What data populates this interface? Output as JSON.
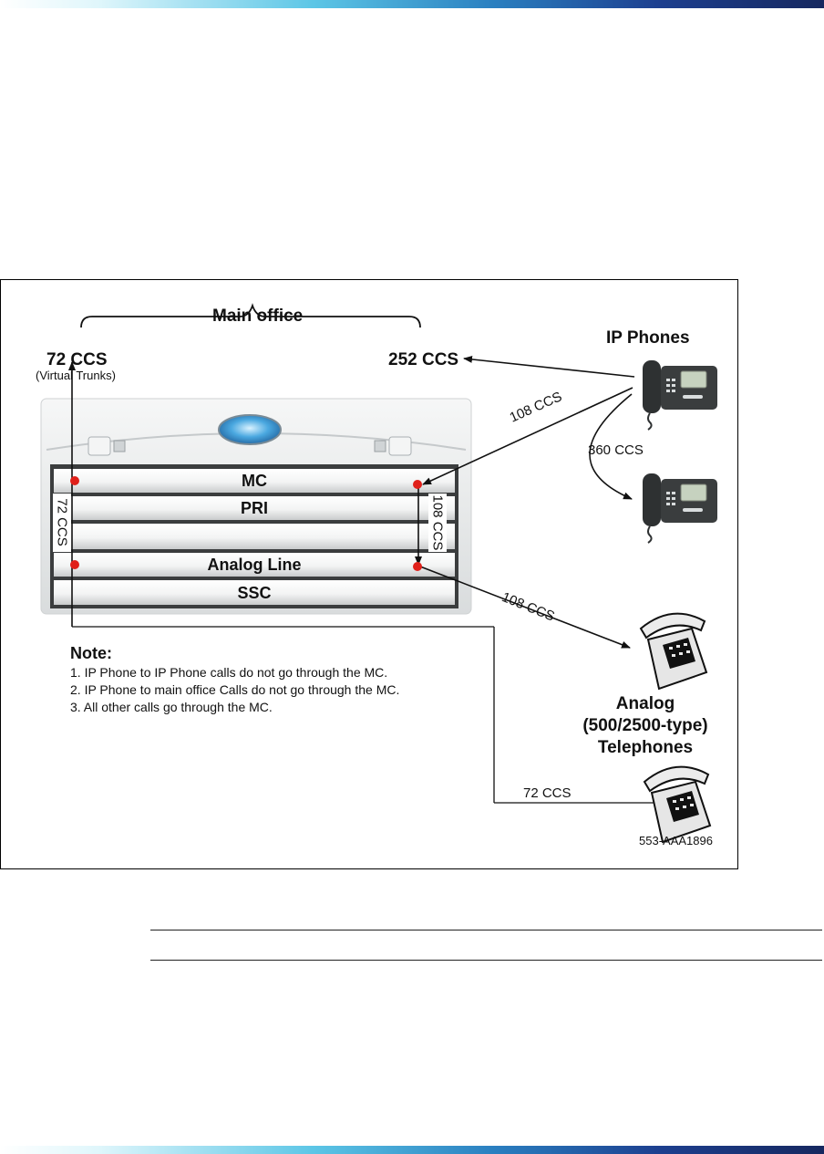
{
  "diagram": {
    "main_office_label": "Main office",
    "left_ccs": "72 CCS",
    "left_ccs_sub": "(Virtual Trunks)",
    "right_ccs": "252 CCS",
    "ip_phones_label": "IP Phones",
    "link_108_upper": "108 CCS",
    "link_360": "360 CCS",
    "link_108_lower": "108 CCS",
    "link_72_bottom": "72 CCS",
    "vertical_left": "72 CCS",
    "vertical_right": "108 CCS",
    "slots": [
      "MC",
      "PRI",
      "",
      "Analog Line",
      "SSC"
    ],
    "analog_label_lines": [
      "Analog",
      "(500/2500-type)",
      "Telephones"
    ],
    "note_title": "Note:",
    "notes": [
      "1. IP Phone to IP Phone calls do not go through the MC.",
      "2. IP Phone to main office Calls do not go through the MC.",
      "3. All other calls go through the MC."
    ],
    "figure_id": "553-AAA1896",
    "colors": {
      "connection_dot": "#e0201a",
      "phone_body": "#3a3d3e",
      "chassis": "#e9ebec"
    }
  }
}
